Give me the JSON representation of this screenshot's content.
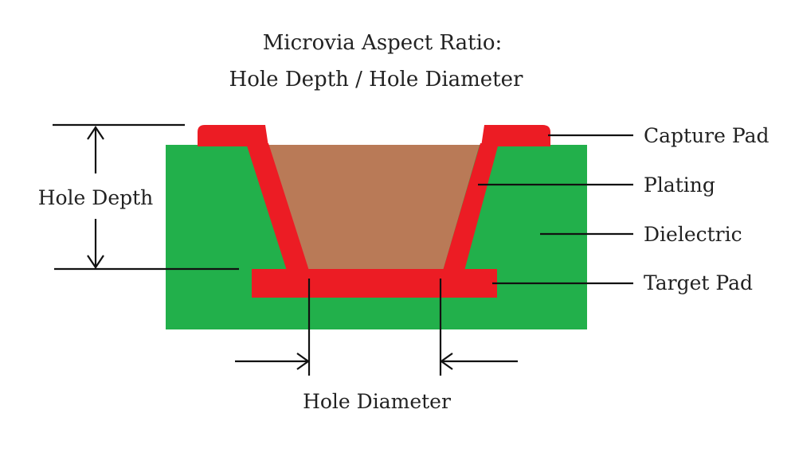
{
  "title": {
    "line1": "Microvia Aspect Ratio:",
    "line2": "Hole Depth / Hole Diameter"
  },
  "labels": {
    "capture_pad": "Capture Pad",
    "plating": "Plating",
    "dielectric": "Dielectric",
    "target_pad": "Target Pad",
    "hole_depth": "Hole Depth",
    "hole_diameter": "Hole Diameter"
  },
  "colors": {
    "dielectric": "#22b04b",
    "copper_plating": "#ec1c24",
    "via_fill": "#b97a57",
    "line": "#111111",
    "text": "#222222"
  }
}
